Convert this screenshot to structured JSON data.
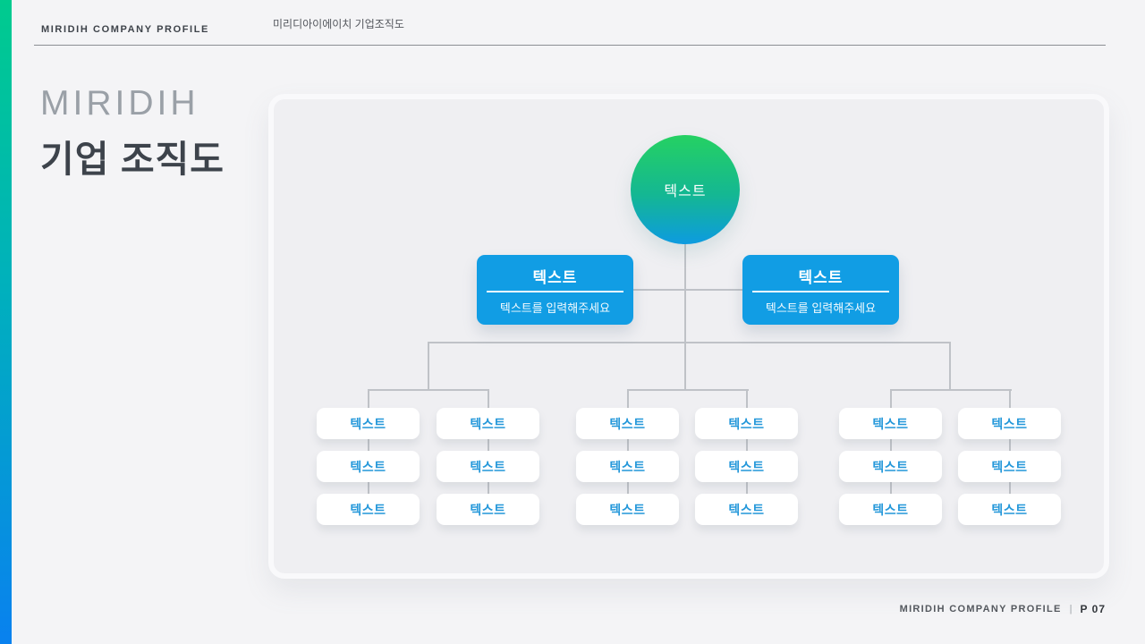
{
  "header": {
    "brand": "MIRIDIH COMPANY PROFILE",
    "subtitle": "미리디아이에이치 기업조직도"
  },
  "title": {
    "line1": "MIRIDIH",
    "line2": "기업 조직도"
  },
  "org_chart": {
    "root": {
      "label": "텍스트"
    },
    "managers": [
      {
        "title": "텍스트",
        "subtitle": "텍스트를 입력해주세요"
      },
      {
        "title": "텍스트",
        "subtitle": "텍스트를 입력해주세요"
      }
    ],
    "columns": [
      {
        "cells": [
          "텍스트",
          "텍스트",
          "텍스트"
        ]
      },
      {
        "cells": [
          "텍스트",
          "텍스트",
          "텍스트"
        ]
      },
      {
        "cells": [
          "텍스트",
          "텍스트",
          "텍스트"
        ]
      },
      {
        "cells": [
          "텍스트",
          "텍스트",
          "텍스트"
        ]
      },
      {
        "cells": [
          "텍스트",
          "텍스트",
          "텍스트"
        ]
      },
      {
        "cells": [
          "텍스트",
          "텍스트",
          "텍스트"
        ]
      }
    ]
  },
  "footer": {
    "brand": "MIRIDIH COMPANY PROFILE",
    "divider": "|",
    "page": "P 07"
  },
  "colors": {
    "accent_gradient_top": "#00cb8e",
    "accent_gradient_mid": "#00b0bd",
    "accent_gradient_bottom": "#0981ef",
    "root_gradient_top": "#25d162",
    "root_gradient_bottom": "#0d9be0",
    "manager_box_blue": "#119de4",
    "leaf_text_blue": "#2598da",
    "connector_gray": "#bfc2c7",
    "panel_bg": "#efeff2",
    "page_bg": "#f4f4f6"
  }
}
